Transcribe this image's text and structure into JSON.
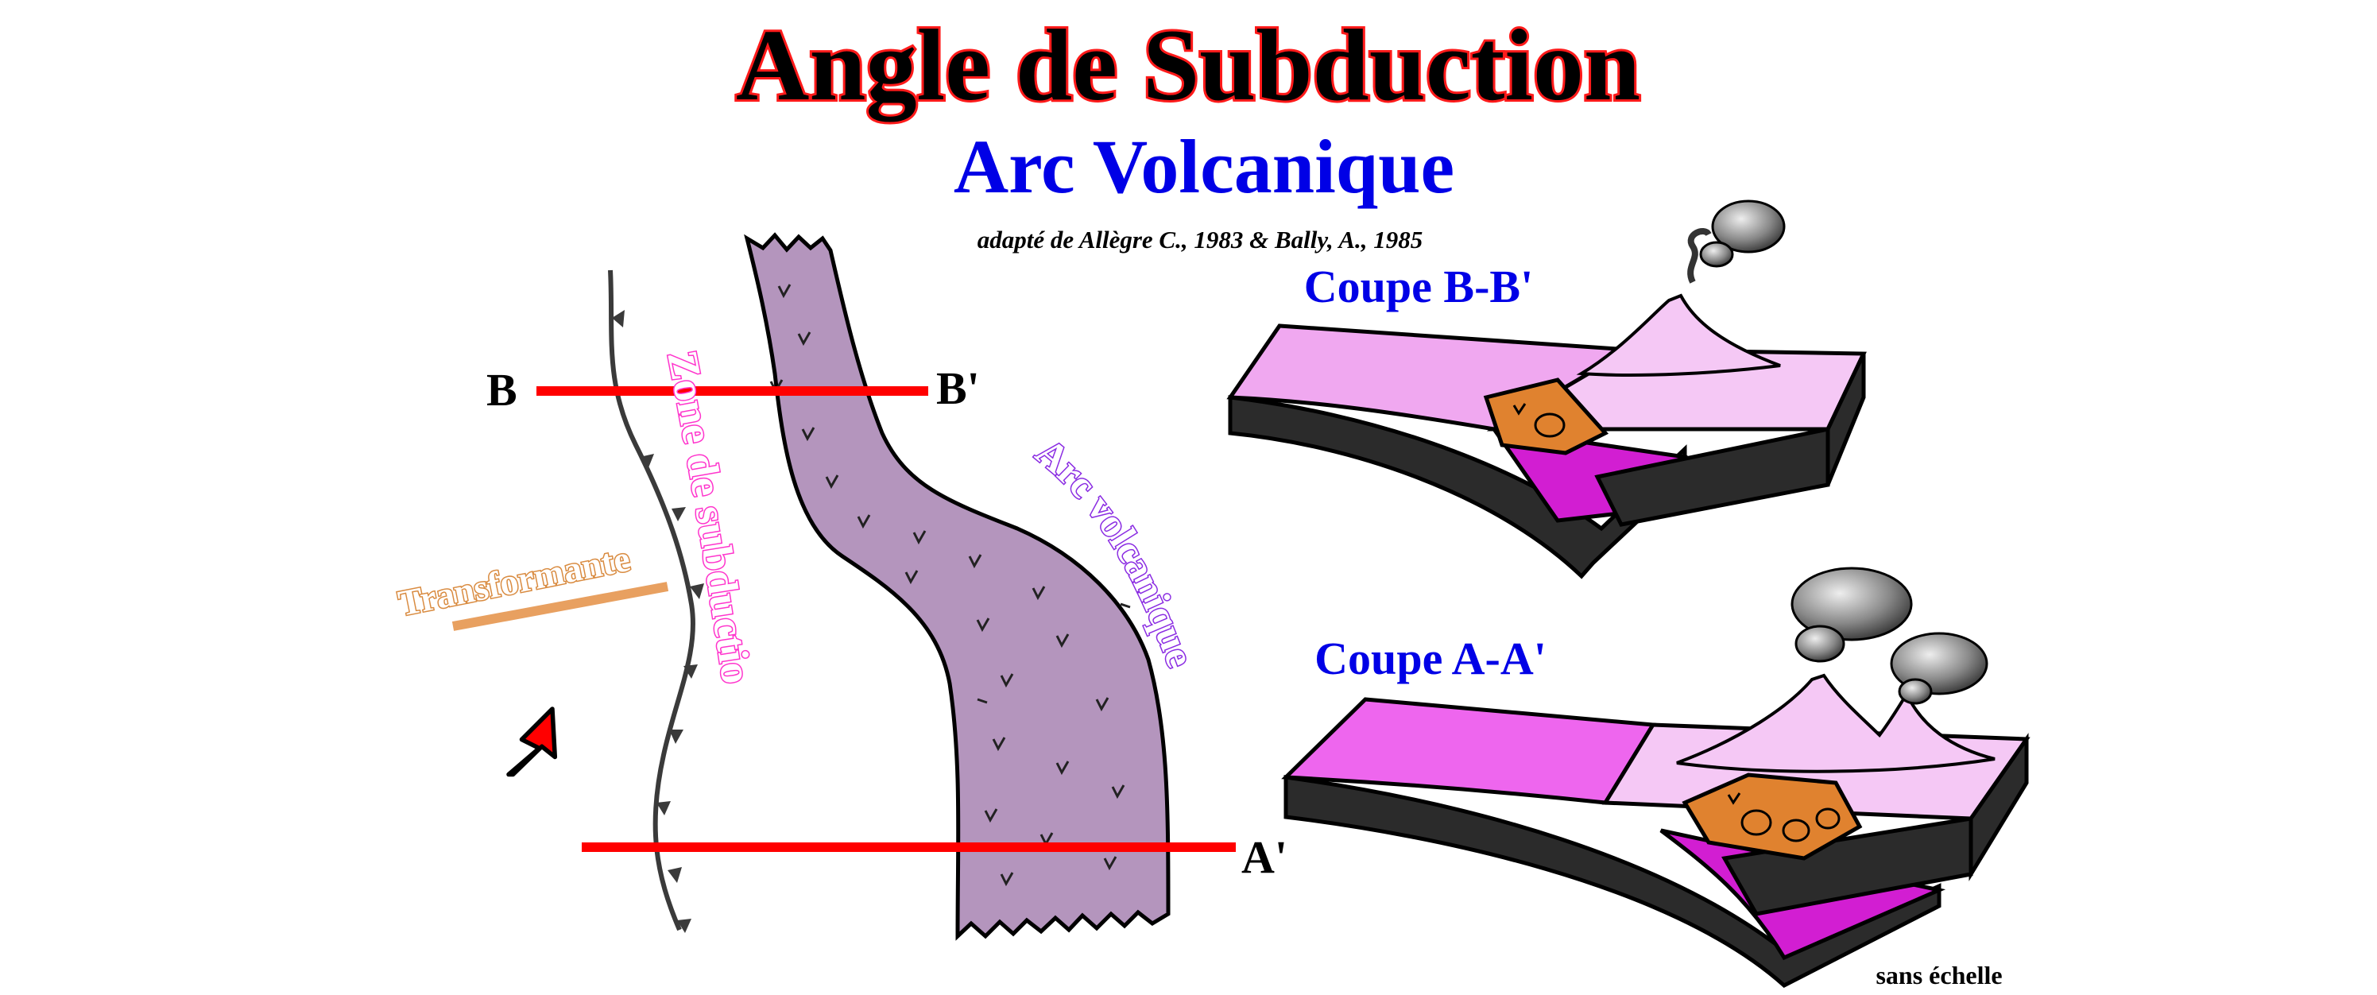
{
  "title": "Angle de Subduction",
  "subtitle": "Arc Volcanique",
  "credit": "adapté de Allègre C., 1983 & Bally, A., 1985",
  "map": {
    "label_b": "B",
    "label_b_prime": "B'",
    "label_a_prime": "A'",
    "zone_label": "Zone de subductio",
    "arc_label": "Arc volcanique",
    "transform_label": "Transformante"
  },
  "sections": {
    "bb_title": "Coupe B-B'",
    "aa_title": "Coupe A-A'"
  },
  "scale_note": "sans échelle",
  "colors": {
    "title_fill": "#000000",
    "title_outline": "#ff1a1a",
    "subtitle": "#0000e6",
    "section_line": "#ff0000",
    "arc_body": "#b495bd",
    "zone_label": "#ff33cc",
    "arc_label": "#8a2be2",
    "transform": "#e8a060",
    "plate_light": "#f0b8f0",
    "plate_mid": "#ff66ff",
    "plate_deep": "#d21ed2",
    "crust": "#333333",
    "magma": "#e0822f",
    "arrow": "#ff0000"
  }
}
